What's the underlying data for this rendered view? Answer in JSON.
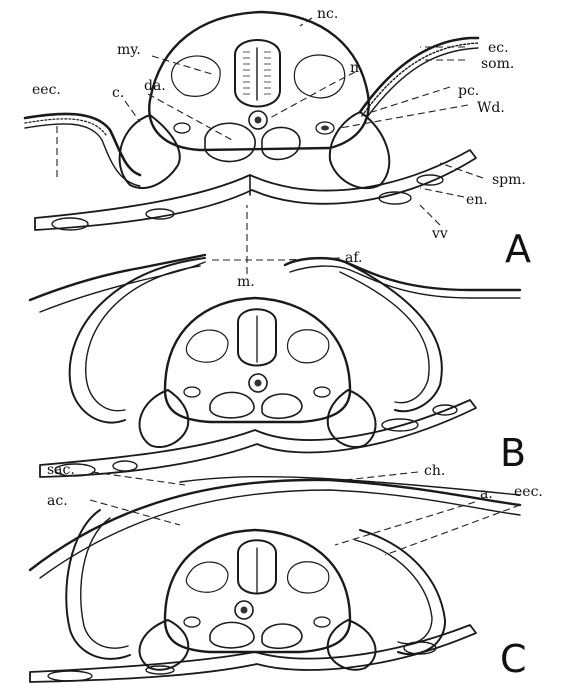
{
  "figure": {
    "panels": [
      {
        "id": "A",
        "label": "A",
        "labels": {
          "nc": "nc.",
          "my": "my.",
          "n": "n.",
          "ec": "ec.",
          "som": "som.",
          "eec": "eec.",
          "c": "c.",
          "da": "da.",
          "pc": "pc.",
          "wd": "Wd.",
          "spm": "spm.",
          "en": "en.",
          "m": "m.",
          "vv": "vv"
        }
      },
      {
        "id": "B",
        "label": "B",
        "labels": {
          "af": "af."
        }
      },
      {
        "id": "C",
        "label": "C",
        "labels": {
          "sac": "sac.",
          "ch": "ch.",
          "ac": "ac.",
          "a": "a.",
          "eec": "eec."
        }
      }
    ]
  }
}
